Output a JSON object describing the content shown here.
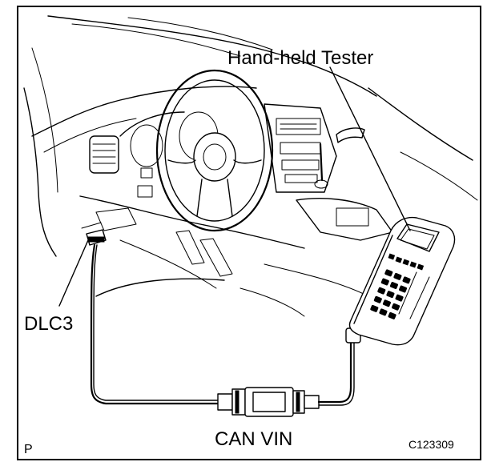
{
  "labels": {
    "tester": "Hand-held Tester",
    "dlc": "DLC3",
    "adapter": "CAN VIN",
    "corner": "P",
    "figure_id": "C123309"
  },
  "icons": [
    "steering-wheel-icon",
    "hand-held-tester-icon",
    "can-vin-adapter-icon",
    "dlc3-connector-icon"
  ]
}
